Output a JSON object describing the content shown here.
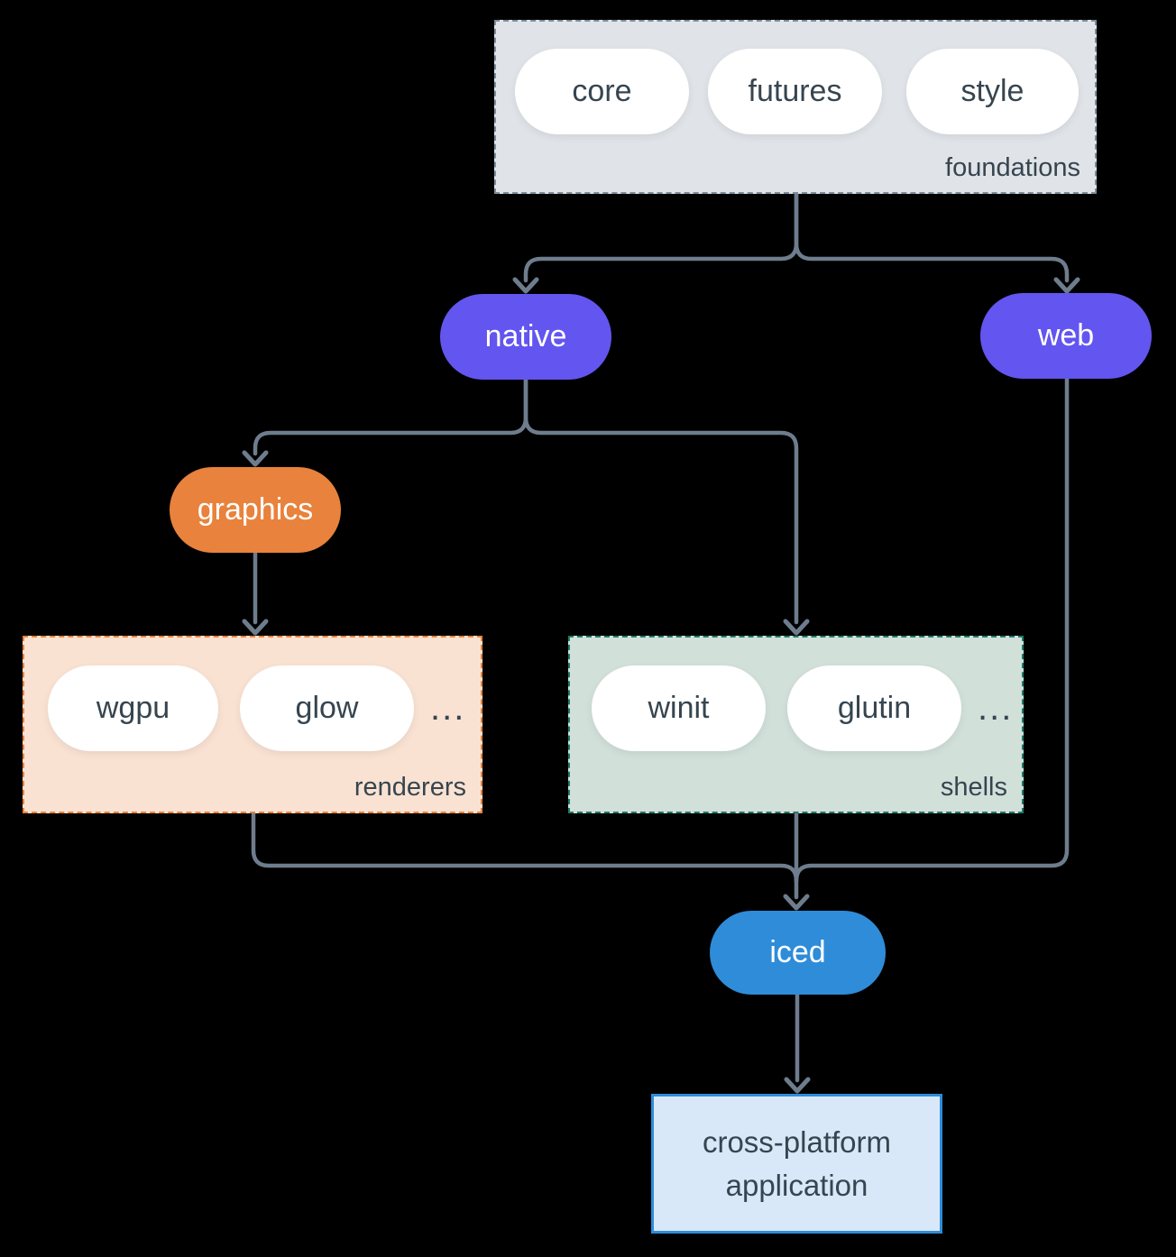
{
  "diagram": {
    "foundations": {
      "label": "foundations",
      "pills": [
        "core",
        "futures",
        "style"
      ]
    },
    "native": {
      "label": "native"
    },
    "web": {
      "label": "web"
    },
    "graphics": {
      "label": "graphics"
    },
    "renderers": {
      "label": "renderers",
      "pills": [
        "wgpu",
        "glow"
      ],
      "ellipsis": "..."
    },
    "shells": {
      "label": "shells",
      "pills": [
        "winit",
        "glutin"
      ],
      "ellipsis": "..."
    },
    "iced": {
      "label": "iced"
    },
    "application": {
      "line1": "cross-platform",
      "line2": "application"
    }
  },
  "colors": {
    "background": "#000000",
    "line": "#6e7d8d",
    "text-dark": "#36454f",
    "pill-white": "#ffffff",
    "foundations-fill": "#e0e4e8",
    "foundations-border": "#7b8c9b",
    "purple": "#6355ef",
    "orange": "#e8823c",
    "renderers-fill": "#fae2d2",
    "shells-fill": "#d2e0da",
    "shells-border": "#1f7a68",
    "blue": "#2e8cd9",
    "app-fill": "#d8e8f8"
  }
}
